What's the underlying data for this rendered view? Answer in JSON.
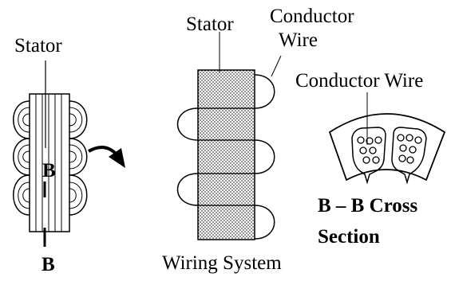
{
  "labels": {
    "stator_left": "Stator",
    "marker_b_upper": "B",
    "marker_b_lower": "B",
    "stator_middle": "Stator",
    "conductor_wire_line1": "Conductor",
    "conductor_wire_line2": "Wire",
    "conductor_wire_right": "Conductor Wire",
    "wiring_system": "Wiring System",
    "cross_section_line1": "B – B Cross",
    "cross_section_line2": "Section"
  },
  "colors": {
    "ink": "#000000",
    "background": "#ffffff"
  }
}
